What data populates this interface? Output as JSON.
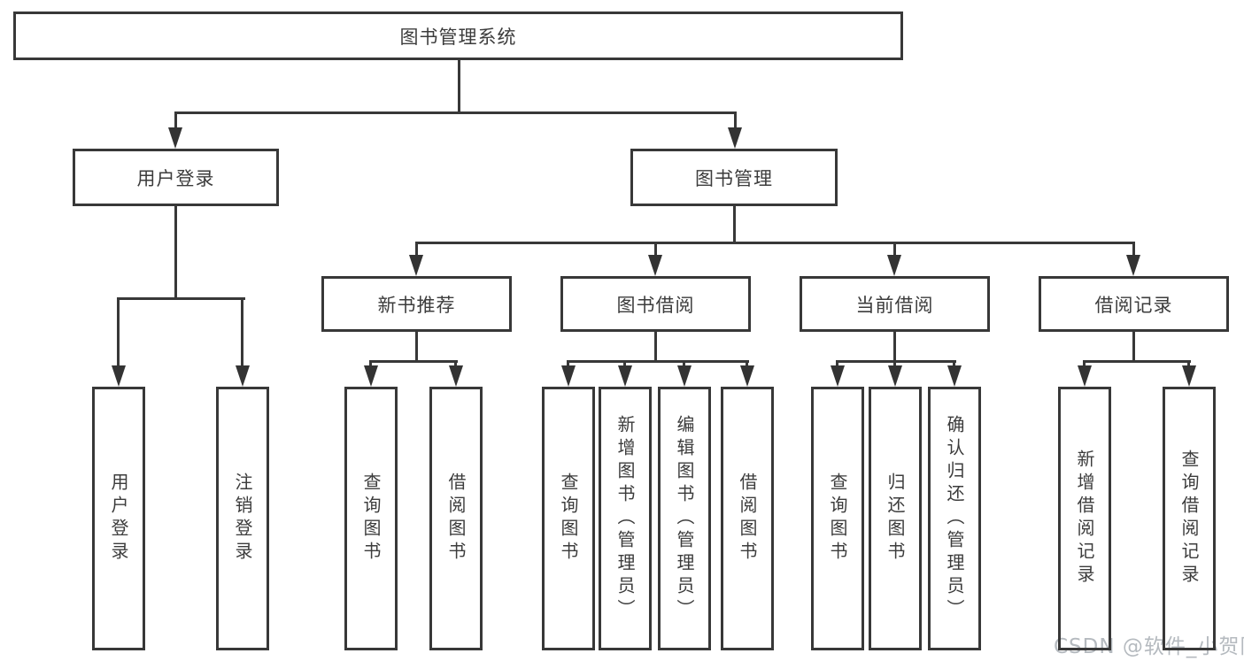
{
  "title": "图书管理系统",
  "nodes": {
    "root": {
      "label": "图书管理系统"
    },
    "level2": [
      {
        "label": "用户登录",
        "parent": "图书管理系统"
      },
      {
        "label": "图书管理",
        "parent": "图书管理系统"
      }
    ],
    "level3": [
      {
        "label": "新书推荐",
        "parent": "图书管理"
      },
      {
        "label": "图书借阅",
        "parent": "图书管理"
      },
      {
        "label": "当前借阅",
        "parent": "图书管理"
      },
      {
        "label": "借阅记录",
        "parent": "图书管理"
      }
    ],
    "leaves": [
      {
        "label": "用户登录",
        "parent": "用户登录"
      },
      {
        "label": "注销登录",
        "parent": "用户登录"
      },
      {
        "label": "查询图书",
        "parent": "新书推荐"
      },
      {
        "label": "借阅图书",
        "parent": "新书推荐"
      },
      {
        "label": "查询图书",
        "parent": "图书借阅"
      },
      {
        "label": "新增图书（管理员）",
        "parent": "图书借阅"
      },
      {
        "label": "编辑图书（管理员）",
        "parent": "图书借阅"
      },
      {
        "label": "借阅图书",
        "parent": "图书借阅"
      },
      {
        "label": "查询图书",
        "parent": "当前借阅"
      },
      {
        "label": "归还图书",
        "parent": "当前借阅"
      },
      {
        "label": "确认归还（管理员）",
        "parent": "当前借阅"
      },
      {
        "label": "新增借阅记录",
        "parent": "借阅记录"
      },
      {
        "label": "查询借阅记录",
        "parent": "借阅记录"
      }
    ]
  },
  "watermark": {
    "text": "CSDN @软件_小贺同学"
  },
  "colors": {
    "line": "#383838",
    "box_border": "#383838",
    "box_background": "#ffffff",
    "text": "#3c3c3c",
    "watermark": "#b5babf"
  }
}
